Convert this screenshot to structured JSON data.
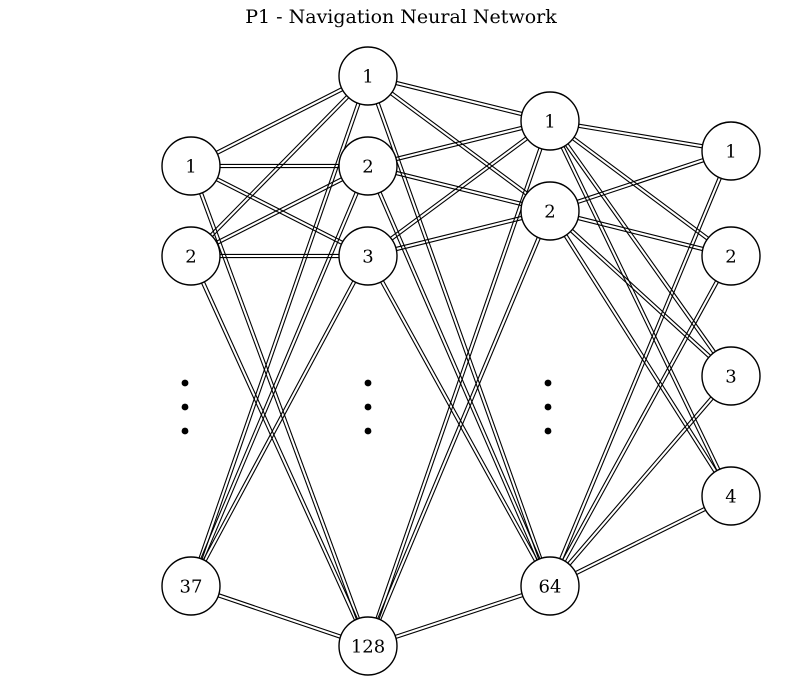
{
  "title": "P1 - Navigation Neural Network",
  "layers": [
    {
      "name": "input",
      "nodes": [
        "1",
        "2",
        "37"
      ],
      "ellipsis": true
    },
    {
      "name": "hidden-1",
      "nodes": [
        "1",
        "2",
        "3",
        "128"
      ],
      "ellipsis": true
    },
    {
      "name": "hidden-2",
      "nodes": [
        "1",
        "2",
        "64"
      ],
      "ellipsis": true
    },
    {
      "name": "output",
      "nodes": [
        "1",
        "2",
        "3",
        "4"
      ],
      "ellipsis": false
    }
  ],
  "colors": {
    "stroke": "#000000",
    "background": "#ffffff"
  }
}
